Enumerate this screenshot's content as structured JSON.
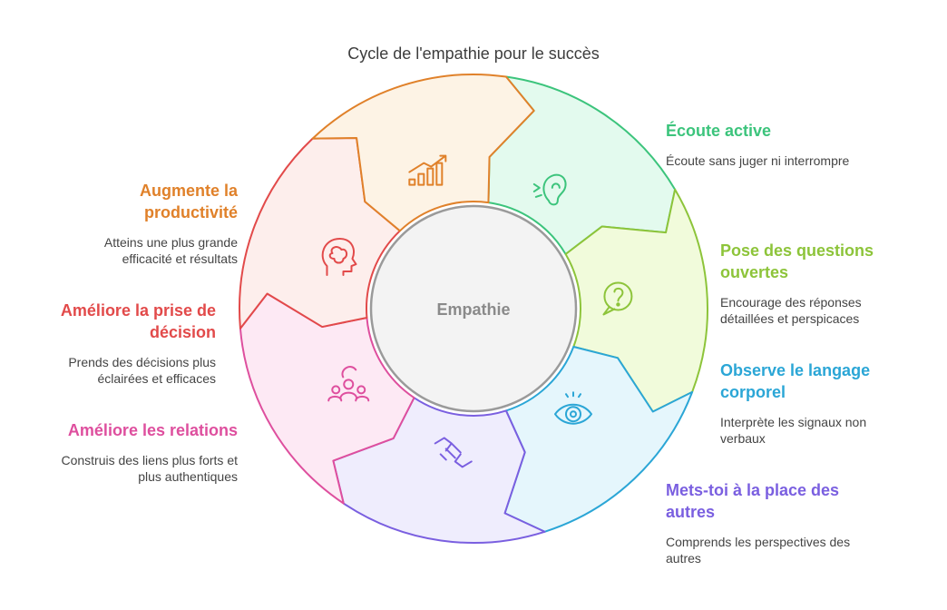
{
  "title": "Cycle de l'empathie pour le succès",
  "center_label": "Empathie",
  "segments": [
    {
      "id": "ecoute",
      "title": "Écoute active",
      "desc": "Écoute sans juger ni interrompre",
      "color": "#3cc47c",
      "fill": "#e3faee",
      "icon": "ear-icon"
    },
    {
      "id": "questions",
      "title": "Pose des questions ouvertes",
      "desc": "Encourage des réponses détaillées et perspicaces",
      "color": "#8dc43a",
      "fill": "#f1fbdb",
      "icon": "question-bubble-icon"
    },
    {
      "id": "langage",
      "title": "Observe le langage corporel",
      "desc": "Interprète les signaux non verbaux",
      "color": "#2ba6d6",
      "fill": "#e5f6fc",
      "icon": "eye-icon"
    },
    {
      "id": "place",
      "title": "Mets-toi à la place des autres",
      "desc": "Comprends les perspectives des autres",
      "color": "#7a5fe0",
      "fill": "#efedfd",
      "icon": "handshake-icon"
    },
    {
      "id": "relations",
      "title": "Améliore les relations",
      "desc": "Construis des liens plus forts et plus authentiques",
      "color": "#de4f9e",
      "fill": "#fde9f4",
      "icon": "people-icon"
    },
    {
      "id": "decision",
      "title": "Améliore la prise de décision",
      "desc": "Prends des décisions plus éclairées et efficaces",
      "color": "#e24a4a",
      "fill": "#fdeeec",
      "icon": "brain-head-icon"
    },
    {
      "id": "productivite",
      "title": "Augmente la productivité",
      "desc": "Atteins une plus grande efficacité et résultats",
      "color": "#e0812a",
      "fill": "#fdf3e5",
      "icon": "growth-chart-icon"
    }
  ]
}
